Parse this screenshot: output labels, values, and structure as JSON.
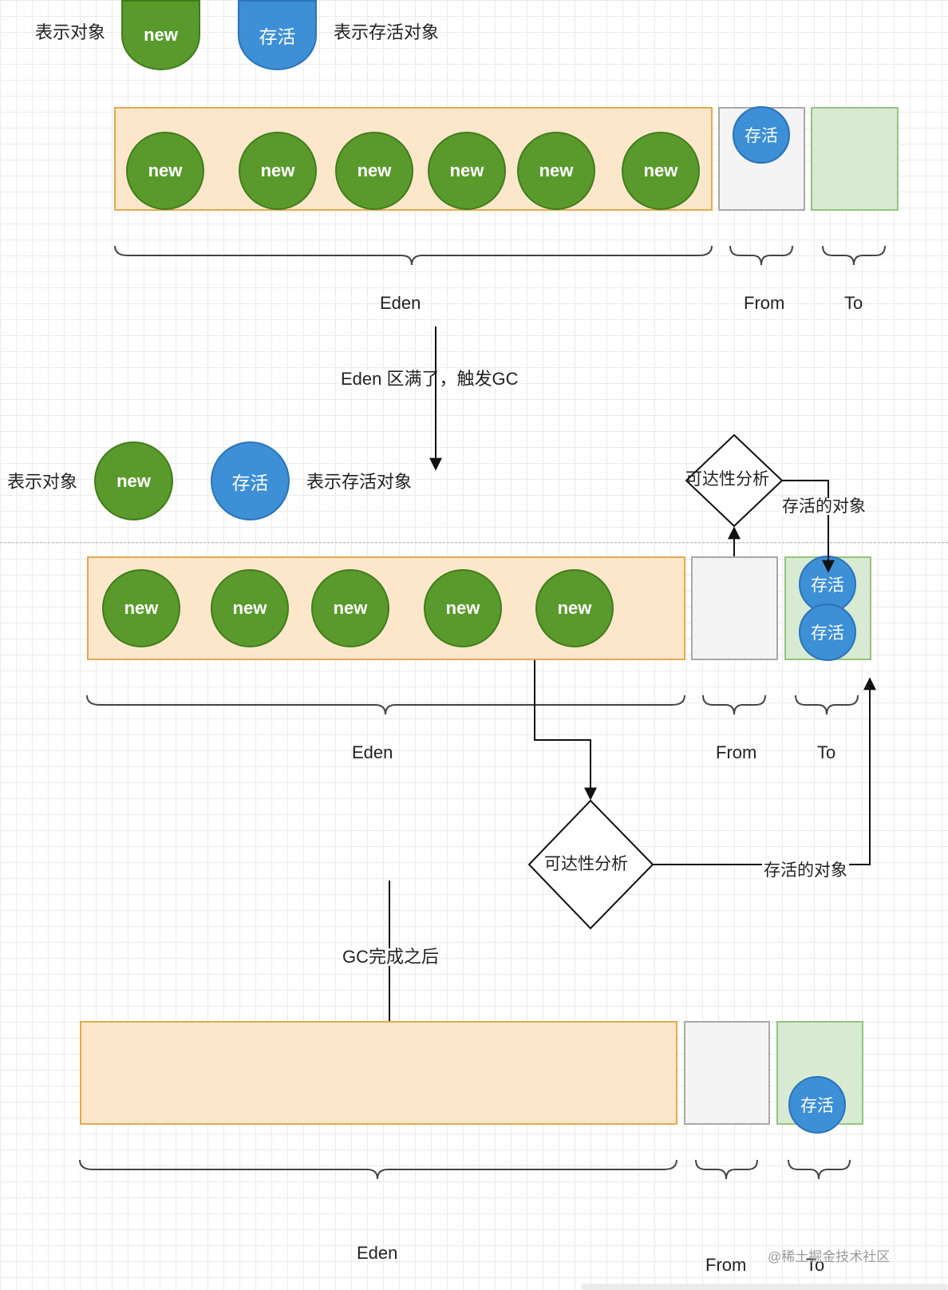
{
  "legend": {
    "object_label": "表示对象",
    "new_label": "new",
    "alive_label": "存活",
    "alive_object_label": "表示存活对象"
  },
  "stage1": {
    "eden_objects": [
      "new",
      "new",
      "new",
      "new",
      "new",
      "new"
    ],
    "from_objects": [
      "存活"
    ],
    "to_objects": [],
    "eden_label": "Eden",
    "from_label": "From",
    "to_label": "To"
  },
  "transition1": "Eden 区满了，触发GC",
  "stage2": {
    "eden_objects": [
      "new",
      "new",
      "new",
      "new",
      "new"
    ],
    "to_objects": [
      "存活",
      "存活"
    ],
    "eden_label": "Eden",
    "from_label": "From",
    "to_label": "To",
    "reachability_top": "可达性分析",
    "reachability_bottom": "可达性分析",
    "survivor_edge_top": "存活的对象",
    "survivor_edge_bottom": "存活的对象"
  },
  "transition2": "GC完成之后",
  "stage3": {
    "to_objects": [
      "存活"
    ],
    "eden_label": "Eden",
    "from_label": "From",
    "to_label": "To"
  },
  "watermark": "@稀土掘金技术社区",
  "colors": {
    "new_fill": "#5a9a2c",
    "alive_fill": "#3d8fd6",
    "eden_fill": "#fde7cb",
    "eden_border": "#e3a94f",
    "from_fill": "#f4f4f4",
    "to_fill": "#d9ead3"
  }
}
